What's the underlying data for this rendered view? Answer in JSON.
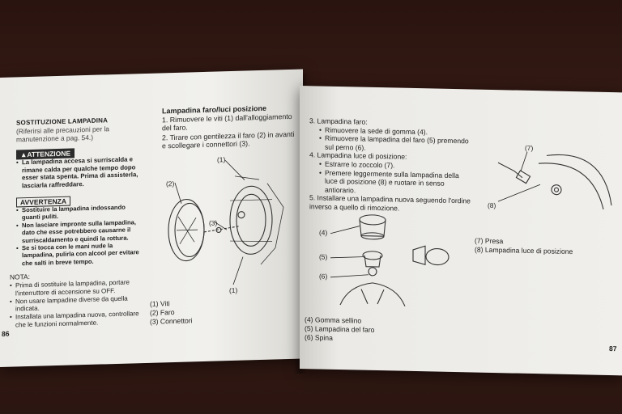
{
  "left": {
    "heading": "SOSTITUZIONE LAMPADINA",
    "subheading": "(Riferirsi alle precauzioni per la manutenzione a pag. 54.)",
    "warning_title": "▲ATTENZIONE",
    "warning_items": [
      "La lampadina accesa si surriscalda e rimane calda per qualche tempo dopo esser stata spenta. Prima di assisterla, lasciarla raffreddare."
    ],
    "caution_title": "AVVERTENZA",
    "caution_items": [
      "Sostituire la lampadina indossando guanti puliti.",
      "Non lasciare impronte sulla lampadina, dato che esse potrebbero causarne il surriscaldamento e quindi la rottura.",
      "Se si tocca con le mani nude la lampadina, pulirla con alcool per evitare che salti in breve tempo."
    ],
    "note_title": "NOTA:",
    "note_items": [
      "Prima di sostituire la lampadina, portare l'interruttore di accensione su OFF.",
      "Non usare lampadine diverse da quella indicata.",
      "Installata una lampadina nuova, controllare che le funzioni normalmente."
    ],
    "page_number": "86",
    "section_title": "Lampadina faro/luci posizione",
    "steps": [
      "1. Rimuovere le viti (1) dall'alloggiamento del faro.",
      "2. Tirare con gentilezza il faro (2) in avanti e scollegare i connettori (3)."
    ],
    "callouts": [
      "(1)",
      "(2)",
      "(3)",
      "(1)"
    ],
    "legend": [
      "(1) Viti",
      "(2) Faro",
      "(3) Connettori"
    ]
  },
  "right": {
    "steps": [
      "3. Lampadina faro:",
      "Rimuovere la sede di gomma (4).",
      "Rimuovere la lampadina del faro (5) premendo sul perno (6).",
      "4. Lampadina luce di posizione:",
      "Estrarre lo zoccolo (7).",
      "Premere leggermente sulla lampadina della luce di posizione (8) e ruotare in senso antiorario.",
      "5. Installare una lampadina nuova seguendo l'ordine inverso a quello di rimozione."
    ],
    "callouts": [
      "(4)",
      "(5)",
      "(6)",
      "(7)",
      "(8)"
    ],
    "legend_left": [
      "(4) Gomma sellino",
      "(5) Lampadina del faro",
      "(6) Spina"
    ],
    "legend_right": [
      "(7) Presa",
      "(8) Lampadina luce di posizione"
    ],
    "page_number": "87"
  }
}
